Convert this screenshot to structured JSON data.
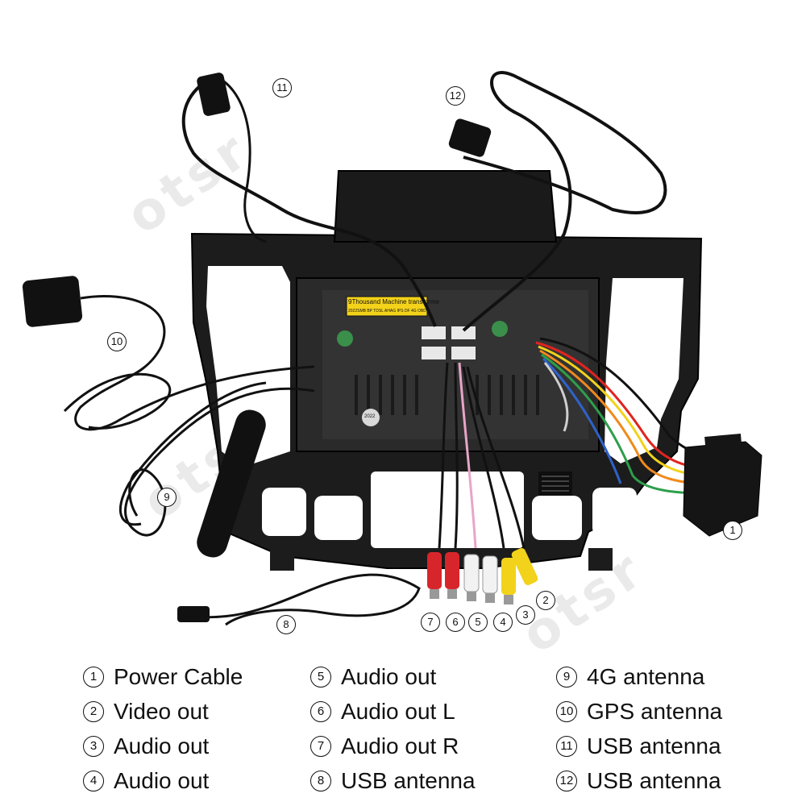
{
  "watermark": "otsr",
  "head_unit": {
    "label_line1": "9Thousand Machine transforme",
    "label_line2": "2022SMB BP TDSL AHAG IPS DF 4G OBD",
    "badge": "2022"
  },
  "callouts": [
    "1",
    "2",
    "3",
    "4",
    "5",
    "6",
    "7",
    "8",
    "9",
    "10",
    "11",
    "12"
  ],
  "legend": {
    "col1": [
      {
        "num": "1",
        "label": "Power Cable"
      },
      {
        "num": "2",
        "label": "Video out"
      },
      {
        "num": "3",
        "label": "Audio out"
      },
      {
        "num": "4",
        "label": "Audio out"
      }
    ],
    "col2": [
      {
        "num": "5",
        "label": "Audio out"
      },
      {
        "num": "6",
        "label": "Audio out L"
      },
      {
        "num": "7",
        "label": "Audio out R"
      },
      {
        "num": "8",
        "label": "USB antenna"
      }
    ],
    "col3": [
      {
        "num": "9",
        "label": "4G antenna"
      },
      {
        "num": "10",
        "label": "GPS antenna"
      },
      {
        "num": "11",
        "label": "USB antenna"
      },
      {
        "num": "12",
        "label": "USB antenna"
      }
    ]
  },
  "colors": {
    "frame": "#1c1c1c",
    "rca_red": "#d7262b",
    "rca_white": "#f2f2f2",
    "rca_yellow": "#f2d21b",
    "label_yellow": "#f3d21a",
    "wire_pink": "#e8a5c8",
    "wire_orange": "#f08a1c",
    "wire_red": "#e0241f",
    "wire_yellow": "#f2d21b",
    "wire_green": "#2e9e4b",
    "wire_blue": "#2f62c9"
  }
}
